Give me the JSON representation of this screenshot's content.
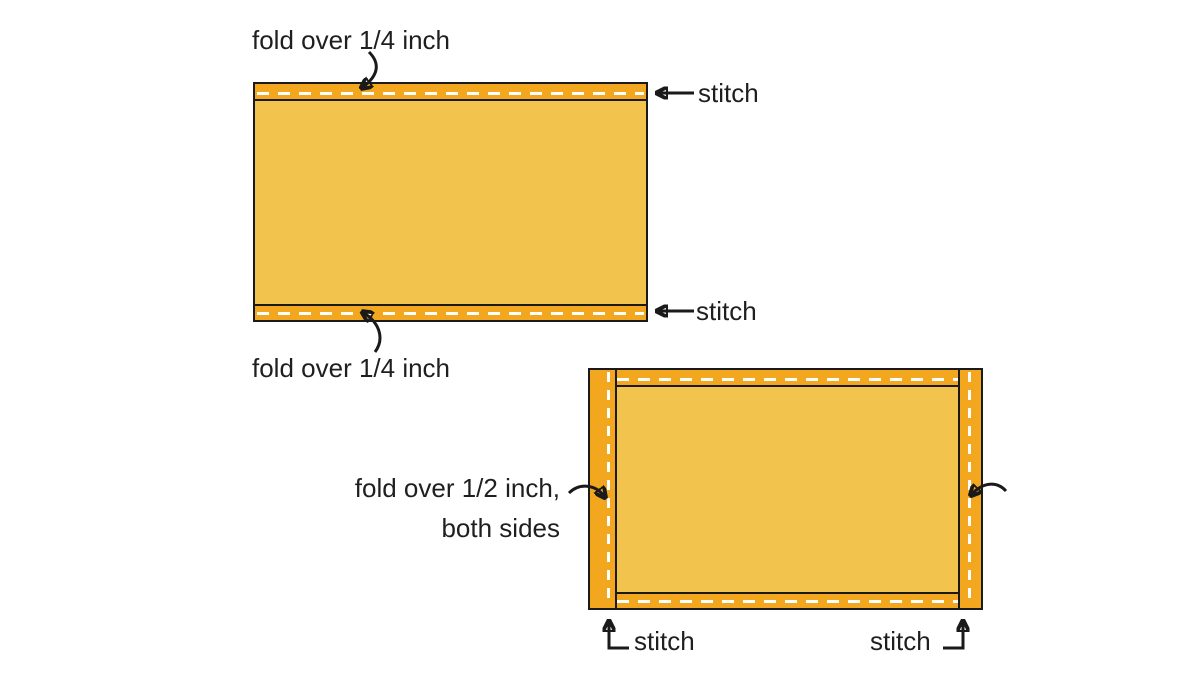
{
  "colors": {
    "background": "#FFFFFF",
    "fabric": "#F2C44D",
    "fold_band": "#F3A71F",
    "outline": "#1A1A1A",
    "stitch_dash": "#FFFFFF",
    "text": "#1F1F1F"
  },
  "top_panel": {
    "fold_top_label": "fold over 1/4 inch",
    "stitch_top_label": "stitch",
    "stitch_bottom_label": "stitch",
    "fold_bottom_label": "fold over 1/4 inch"
  },
  "bottom_panel": {
    "fold_label_line1": "fold over 1/2 inch,",
    "fold_label_line2": "both sides",
    "stitch_left_label": "stitch",
    "stitch_right_label": "stitch"
  }
}
